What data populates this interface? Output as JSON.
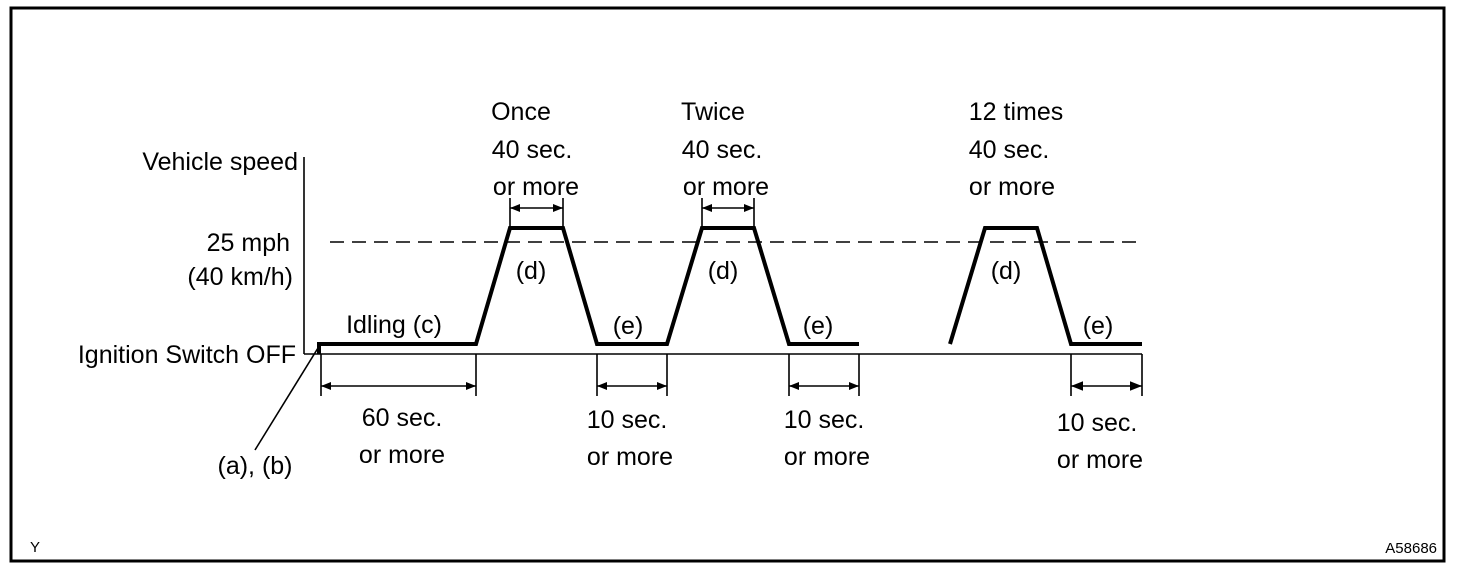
{
  "y_axis": {
    "label": "Vehicle speed",
    "speed_line1": "25 mph",
    "speed_line2": "(40 km/h)",
    "baseline_label": "Ignition Switch OFF"
  },
  "initial_steps": "(a), (b)",
  "idling": {
    "label": "Idling (c)",
    "duration_line1": "60 sec.",
    "duration_line2": "or more"
  },
  "cycles": [
    {
      "count": "Once",
      "drive_line1": "40 sec.",
      "drive_line2": "or more",
      "drive_step": "(d)",
      "stop_step": "(e)",
      "stop_line1": "10 sec.",
      "stop_line2": "or more"
    },
    {
      "count": "Twice",
      "drive_line1": "40 sec.",
      "drive_line2": "or more",
      "drive_step": "(d)",
      "stop_step": "(e)",
      "stop_line1": "10 sec.",
      "stop_line2": "or more"
    },
    {
      "count": "12 times",
      "drive_line1": "40 sec.",
      "drive_line2": "or more",
      "drive_step": "(d)",
      "stop_step": "(e)",
      "stop_line1": "10 sec.",
      "stop_line2": "or more"
    }
  ],
  "corner_left": "Y",
  "corner_right": "A58686"
}
